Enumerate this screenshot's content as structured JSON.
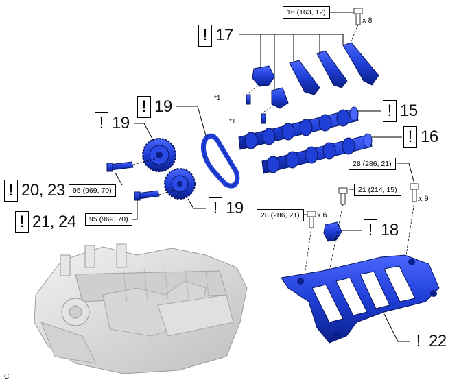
{
  "callouts": [
    {
      "id": "c17",
      "number": "17"
    },
    {
      "id": "c19a",
      "number": "19"
    },
    {
      "id": "c19b",
      "number": "19"
    },
    {
      "id": "c15",
      "number": "15"
    },
    {
      "id": "c16",
      "number": "16"
    },
    {
      "id": "c20",
      "number": "20, 23"
    },
    {
      "id": "c21",
      "number": "21, 24"
    },
    {
      "id": "c19c",
      "number": "19"
    },
    {
      "id": "c18",
      "number": "18"
    },
    {
      "id": "c22",
      "number": "22"
    }
  ],
  "caution_symbol": "!",
  "torque_specs": [
    "16 (163, 12)",
    "28 (286, 21)",
    "21 (214, 15)",
    "28 (286, 21)",
    "95 (969, 70)",
    "95 (969, 70)"
  ],
  "quantities": [
    "x 8",
    "x 9",
    "x 6"
  ],
  "reference_marks": [
    "*1",
    "*1"
  ],
  "corner_mark": "C",
  "colors": {
    "part_blue": "#1f3fd6",
    "part_dark": "#0b1f8a",
    "engine_gray": "#d8d8d8",
    "line": "#000000"
  }
}
